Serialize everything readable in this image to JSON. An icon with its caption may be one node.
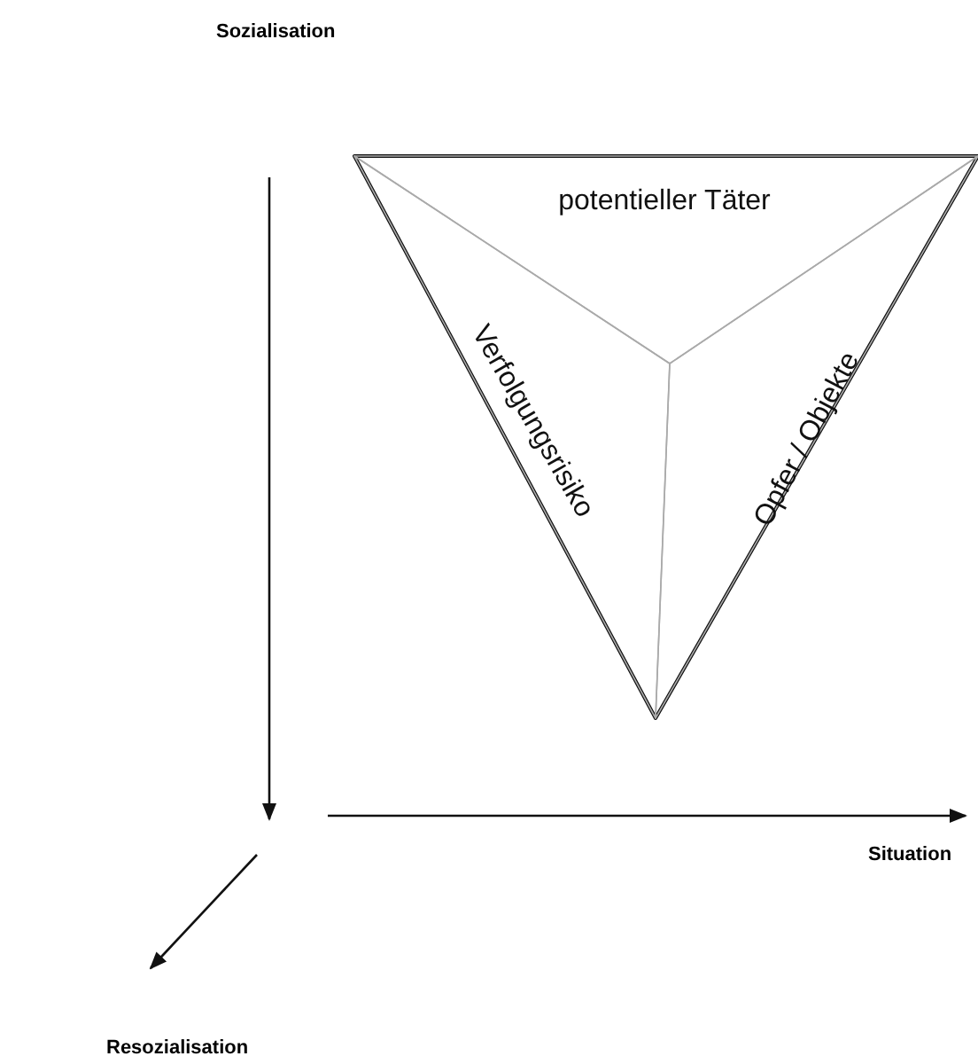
{
  "diagram": {
    "nodes": [
      {
        "text": [],
        "shape": "triangle"
      },
      {
        "text": [
          "potentieller Täter"
        ],
        "in": 0
      },
      {
        "text": [
          "Verfolgungsrisiko"
        ],
        "in": 0
      },
      {
        "text": [
          "Opfer / Objekte"
        ],
        "in": 0
      }
    ],
    "labels": [
      "Sozialisation",
      "Situation",
      "Resozialisation"
    ]
  }
}
